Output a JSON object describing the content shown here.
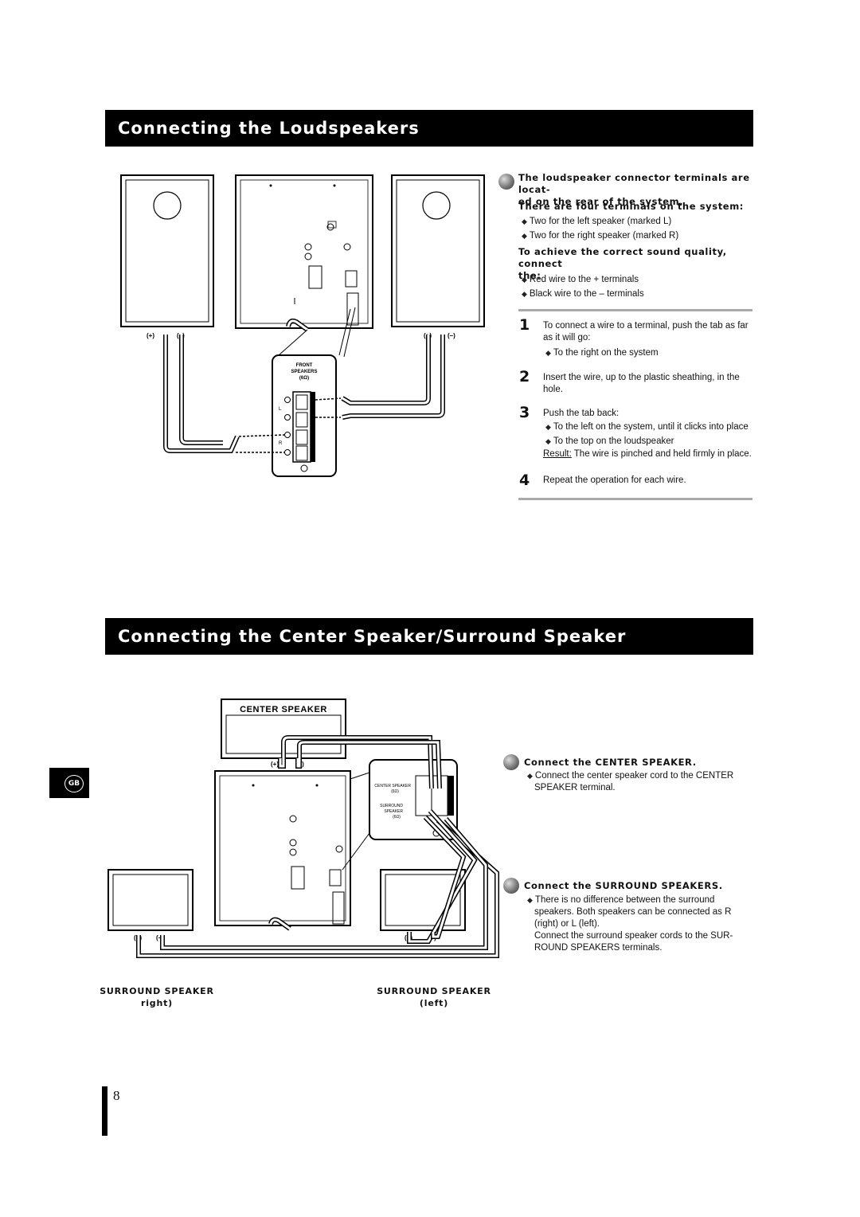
{
  "section1": {
    "title": "Connecting the Loudspeakers",
    "intro_line1": "The loudspeaker connector terminals are locat-",
    "intro_line2": "ed on the rear of the system.",
    "terminals_heading": "There are four terminals on the system:",
    "terminal_items": [
      "Two for the left speaker (marked L)",
      "Two for the right speaker (marked R)"
    ],
    "quality_heading_line1": "To achieve the correct sound quality, connect",
    "quality_heading_line2": "the:",
    "wire_items": [
      "Red wire to the + terminals",
      "Black wire to the – terminals"
    ],
    "steps": [
      {
        "num": "1",
        "line1": "To connect a wire to a terminal, push the tab as far",
        "line2": "as it will go:",
        "bullet": "To the right on the system"
      },
      {
        "num": "2",
        "line1": "Insert the wire, up to the plastic sheathing, in the",
        "line2": "hole."
      },
      {
        "num": "3",
        "line1": "Push the tab back:",
        "bullets": [
          "To the left on the system, until it clicks into place",
          "To the top on the loudspeaker"
        ],
        "result_label": "Result:",
        "result_text": " The wire is pinched and held firmly in place."
      },
      {
        "num": "4",
        "line1": "Repeat the operation for each wire."
      }
    ],
    "diagram": {
      "plus": "(+)",
      "minus": "(–)",
      "panel_title": "FRONT",
      "panel_title2": "SPEAKERS",
      "panel_ohm": "(6Ω)",
      "label_L": "L",
      "label_R": "R"
    }
  },
  "section2": {
    "title": "Connecting the Center Speaker/Surround Speaker",
    "center_speaker_label": "CENTER SPEAKER",
    "center_heading": "Connect the CENTER SPEAKER.",
    "center_text_line1": "Connect the center speaker cord to the CENTER",
    "center_text_line2": "SPEAKER terminal.",
    "surround_heading": "Connect the SURROUND SPEAKERS.",
    "surround_text_line1": "There is no difference between the surround",
    "surround_text_line2": "speakers. Both speakers can be connected as R",
    "surround_text_line3": "(right) or L (left).",
    "surround_text_line4": "Connect the surround speaker cords to the SUR-",
    "surround_text_line5": "ROUND SPEAKERS terminals.",
    "surround_right_label": "SURROUND SPEAKER",
    "surround_right_sub": "right)",
    "surround_left_label": "SURROUND SPEAKER",
    "surround_left_sub": "(left)",
    "panel_center": "CENTER SPEAKER",
    "panel_center_ohm": "(6Ω)",
    "panel_surround": "SURROUND",
    "panel_surround2": "SPEAKER",
    "panel_surround_ohm": "(6Ω)",
    "plus": "(+)",
    "minus": "(–)"
  },
  "footer": {
    "language_badge": "GB",
    "page_number": "8"
  }
}
